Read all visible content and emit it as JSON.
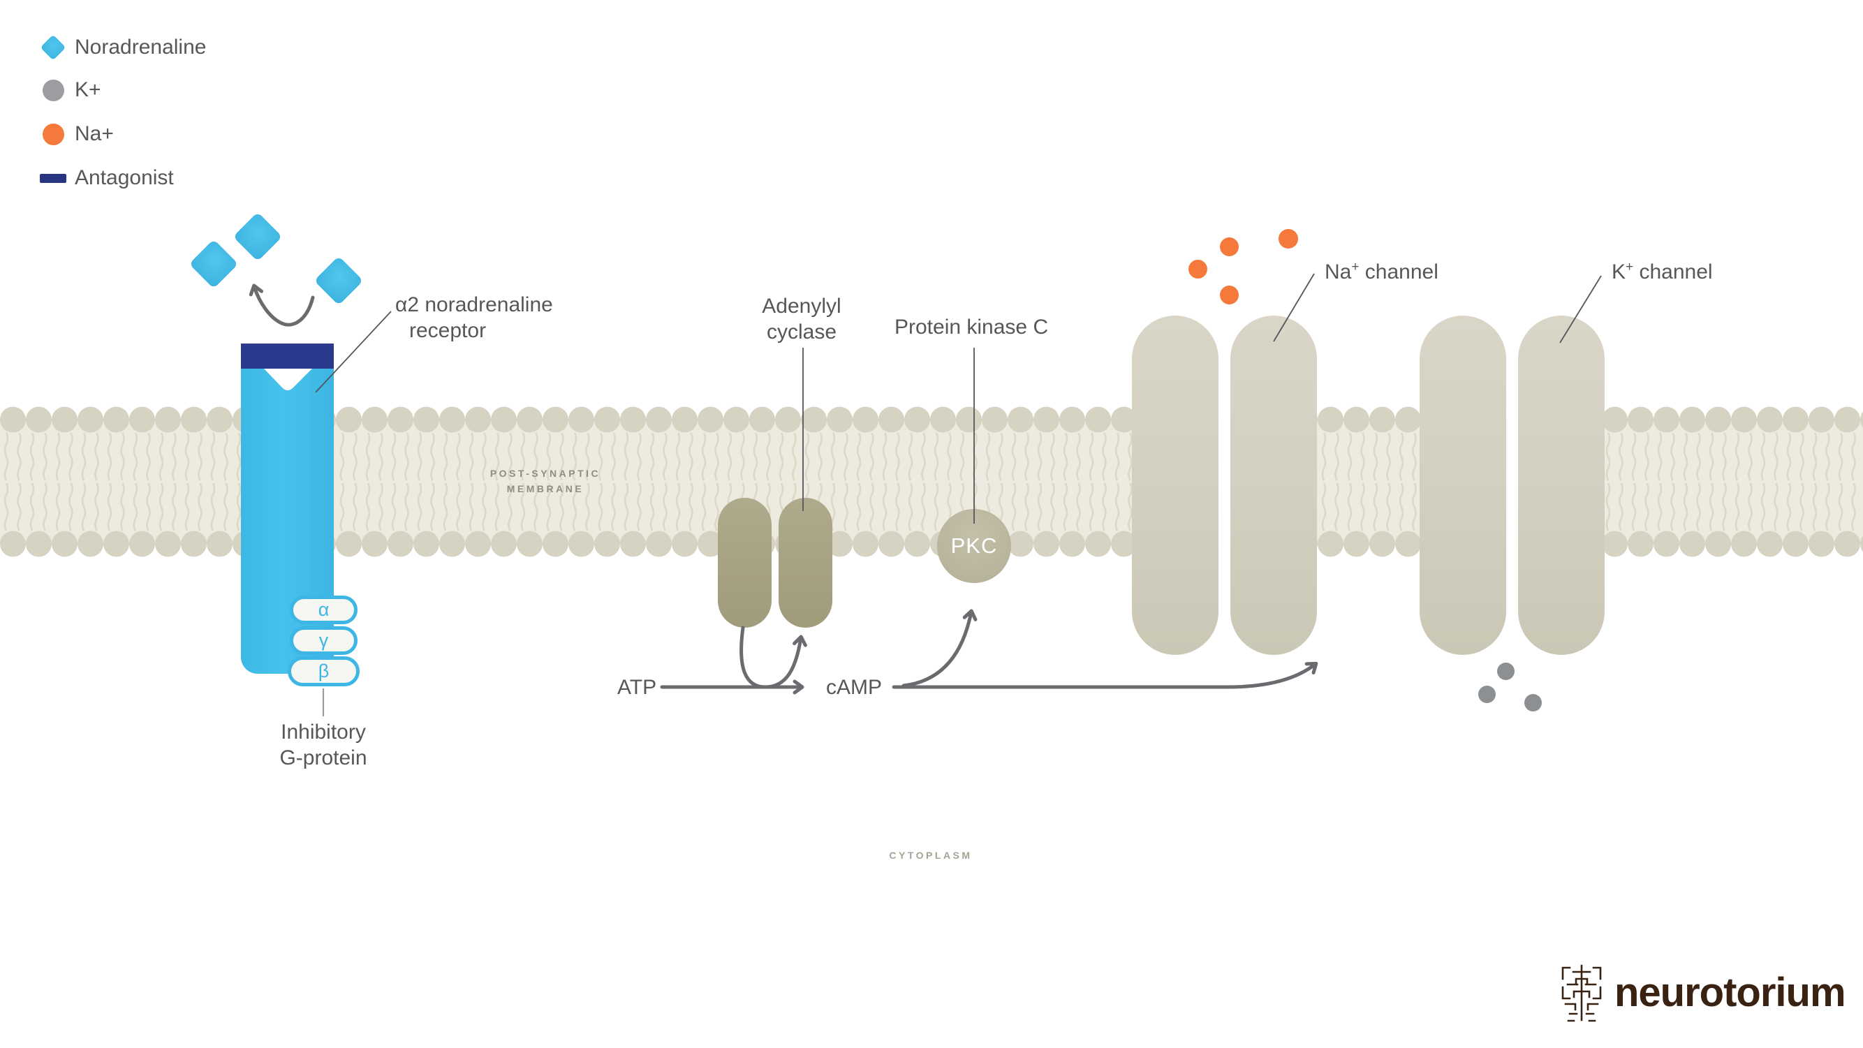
{
  "legend": {
    "items": [
      {
        "name": "noradrenaline",
        "shape": "diamond",
        "label": "Noradrenaline",
        "color": "#45BDE8"
      },
      {
        "name": "potassium",
        "shape": "circle",
        "label": "K+",
        "color": "#9B9DA0"
      },
      {
        "name": "sodium",
        "shape": "circle",
        "label": "Na+",
        "color": "#F4793B"
      },
      {
        "name": "antagonist",
        "shape": "bar",
        "label": "Antagonist",
        "color": "#283583"
      }
    ]
  },
  "receptor": {
    "label_line1": "α2 noradrenaline",
    "label_line2": "receptor",
    "body_color": "#42BEE9",
    "cap_color": "#2B3A8C"
  },
  "g_protein": {
    "subunits": [
      "α",
      "γ",
      "β"
    ],
    "label_line1": "Inhibitory",
    "label_line2": "G-protein",
    "border_color": "#3EB6E5"
  },
  "membrane": {
    "label_line1": "POST-SYNAPTIC",
    "label_line2": "MEMBRANE",
    "colors": {
      "interior": "#EDEBE0",
      "head": "#D6D3C3",
      "tail": "#DBD8C7"
    }
  },
  "adenylyl_cyclase": {
    "label_line1": "Adenylyl",
    "label_line2": "cyclase",
    "color": "#A8A385"
  },
  "pkc": {
    "label": "Protein kinase C",
    "badge": "PKC",
    "color": "#BCB8A0"
  },
  "pathway": {
    "atp": "ATP",
    "camp": "cAMP",
    "arrow_color": "#6A6B6E"
  },
  "channels": {
    "na": {
      "base": "Na",
      "sup": "+",
      "rest": " channel"
    },
    "k": {
      "base": "K",
      "sup": "+",
      "rest": " channel"
    },
    "color": "#D3D0C0"
  },
  "ions": {
    "na_color": "#F4793B",
    "k_color": "#8D9093"
  },
  "cytoplasm_label": "CYTOPLASM",
  "logo": {
    "text": "neurotorium",
    "color": "#3A2212"
  }
}
